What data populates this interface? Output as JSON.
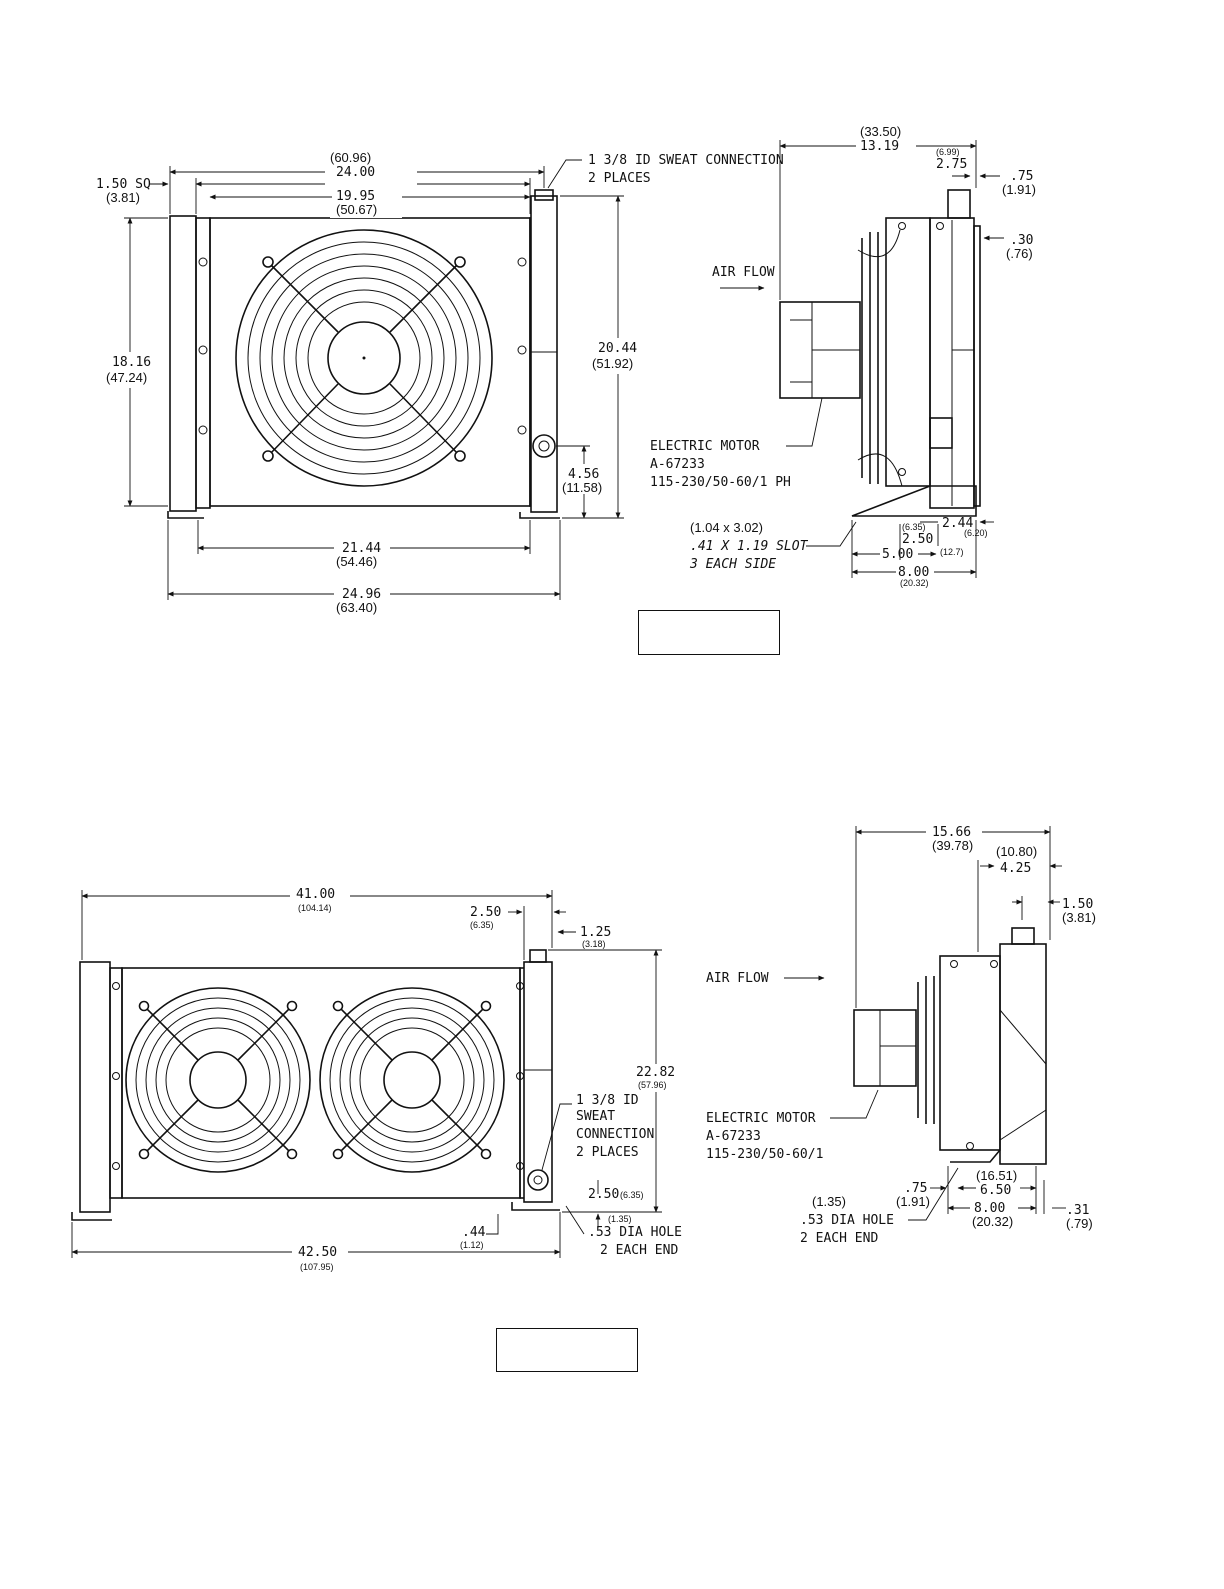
{
  "figure1": {
    "front": {
      "width_overall": "(60.96)",
      "width_overall_in": "24.00",
      "core_width_in": "19.95",
      "core_width_mm": "(50.67)",
      "tube_sq_in": "1.50 SQ",
      "tube_sq_mm": "(3.81)",
      "height_in": "18.16",
      "height_mm": "(47.24)",
      "height_total_in": "20.44",
      "height_total_mm": "(51.92)",
      "conn_height_in": "4.56",
      "conn_height_mm": "(11.58)",
      "mount_width_in": "21.44",
      "mount_width_mm": "(54.46)",
      "base_width_in": "24.96",
      "base_width_mm": "(63.40)",
      "connection_line1": "1 3/8 ID SWEAT CONNECTION",
      "connection_line2": "2 PLACES"
    },
    "side": {
      "depth_mm": "(33.50)",
      "depth_in": "13.19",
      "a_mm": "(6.99)",
      "a_in": "2.75",
      "b_in": ".75",
      "b_mm": "(1.91)",
      "c_in": ".30",
      "c_mm": "(.76)",
      "air_flow": "AIR FLOW",
      "motor_line1": "ELECTRIC MOTOR",
      "motor_line2": "A-67233",
      "motor_line3": "115-230/50-60/1 PH",
      "slot_mm": "(1.04 x 3.02)",
      "slot_in": ".41 X 1.19 SLOT",
      "slot_each": "3 EACH SIDE",
      "d_mm": "(6.35)",
      "d_in": "2.50",
      "e_in": "2.44",
      "e_mm": "(6.20)",
      "f_in": "5.00",
      "f_mm": "(12.7)",
      "g_in": "8.00",
      "g_mm": "(20.32)"
    }
  },
  "figure2": {
    "front": {
      "width_in": "41.00",
      "width_mm": "(104.14)",
      "a_in": "2.50",
      "a_mm": "(6.35)",
      "b_in": "1.25",
      "b_mm": "(3.18)",
      "height_in": "22.82",
      "height_mm": "(57.96)",
      "conn_line1": "1 3/8 ID",
      "conn_line2": "SWEAT",
      "conn_line3": "CONNECTION",
      "conn_line4": "2 PLACES",
      "c_in": "2.50",
      "c_mm": "(6.35)",
      "d_mm": "(1.35)",
      "hole": ".53 DIA HOLE",
      "hole_each": "2 EACH END",
      "e_in": ".44",
      "e_mm": "(1.12)",
      "base_in": "42.50",
      "base_mm": "(107.95)"
    },
    "side": {
      "depth_in": "15.66",
      "depth_mm": "(39.78)",
      "a_mm": "(10.80)",
      "a_in": "4.25",
      "b_in": "1.50",
      "b_mm": "(3.81)",
      "air_flow": "AIR FLOW",
      "motor_line1": "ELECTRIC MOTOR",
      "motor_line2": "A-67233",
      "motor_line3": "115-230/50-60/1",
      "c_mm": "(16.51)",
      "c_in": "6.50",
      "d_in": ".75",
      "d_mm": "(1.91)",
      "e_mm": "(1.35)",
      "hole": ".53 DIA HOLE",
      "hole_each": "2 EACH END",
      "f_in": "8.00",
      "f_mm": "(20.32)",
      "g_in": ".31",
      "g_mm": "(.79)"
    }
  }
}
